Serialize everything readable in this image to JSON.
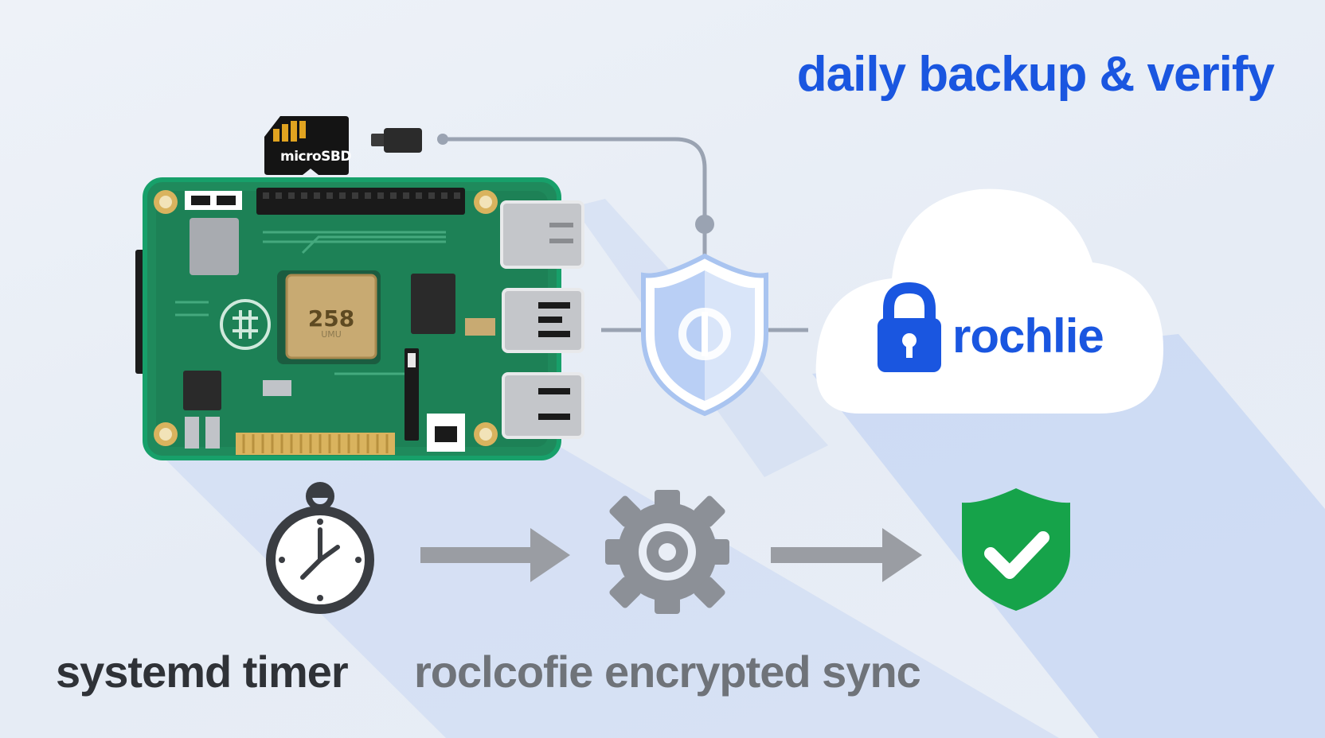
{
  "title": "daily backup & verify",
  "sd_card_label": "microSBD",
  "soc_chip_label": "258",
  "soc_chip_sublabel": "UMU",
  "cloud_label": "rochlie",
  "caption_timer": "systemd timer",
  "caption_sync": "roclcofie encrypted sync",
  "colors": {
    "accent_blue": "#1a56e0",
    "board_green": "#1f8a5c",
    "verified_green": "#16a34a",
    "connector_gray": "#9aa3b2",
    "arrow_gray": "#9a9da3",
    "shield_blue": "#a9c4f0"
  },
  "icons": {
    "board": "raspberry-pi-board-icon",
    "sd_card": "microsd-card-icon",
    "usb_plug": "usb-plug-icon",
    "security_shield": "security-shield-icon",
    "cloud": "cloud-icon",
    "lock": "padlock-icon",
    "stopwatch": "stopwatch-icon",
    "gear": "gear-icon",
    "check_shield": "check-shield-icon",
    "arrow": "arrow-right-icon"
  }
}
